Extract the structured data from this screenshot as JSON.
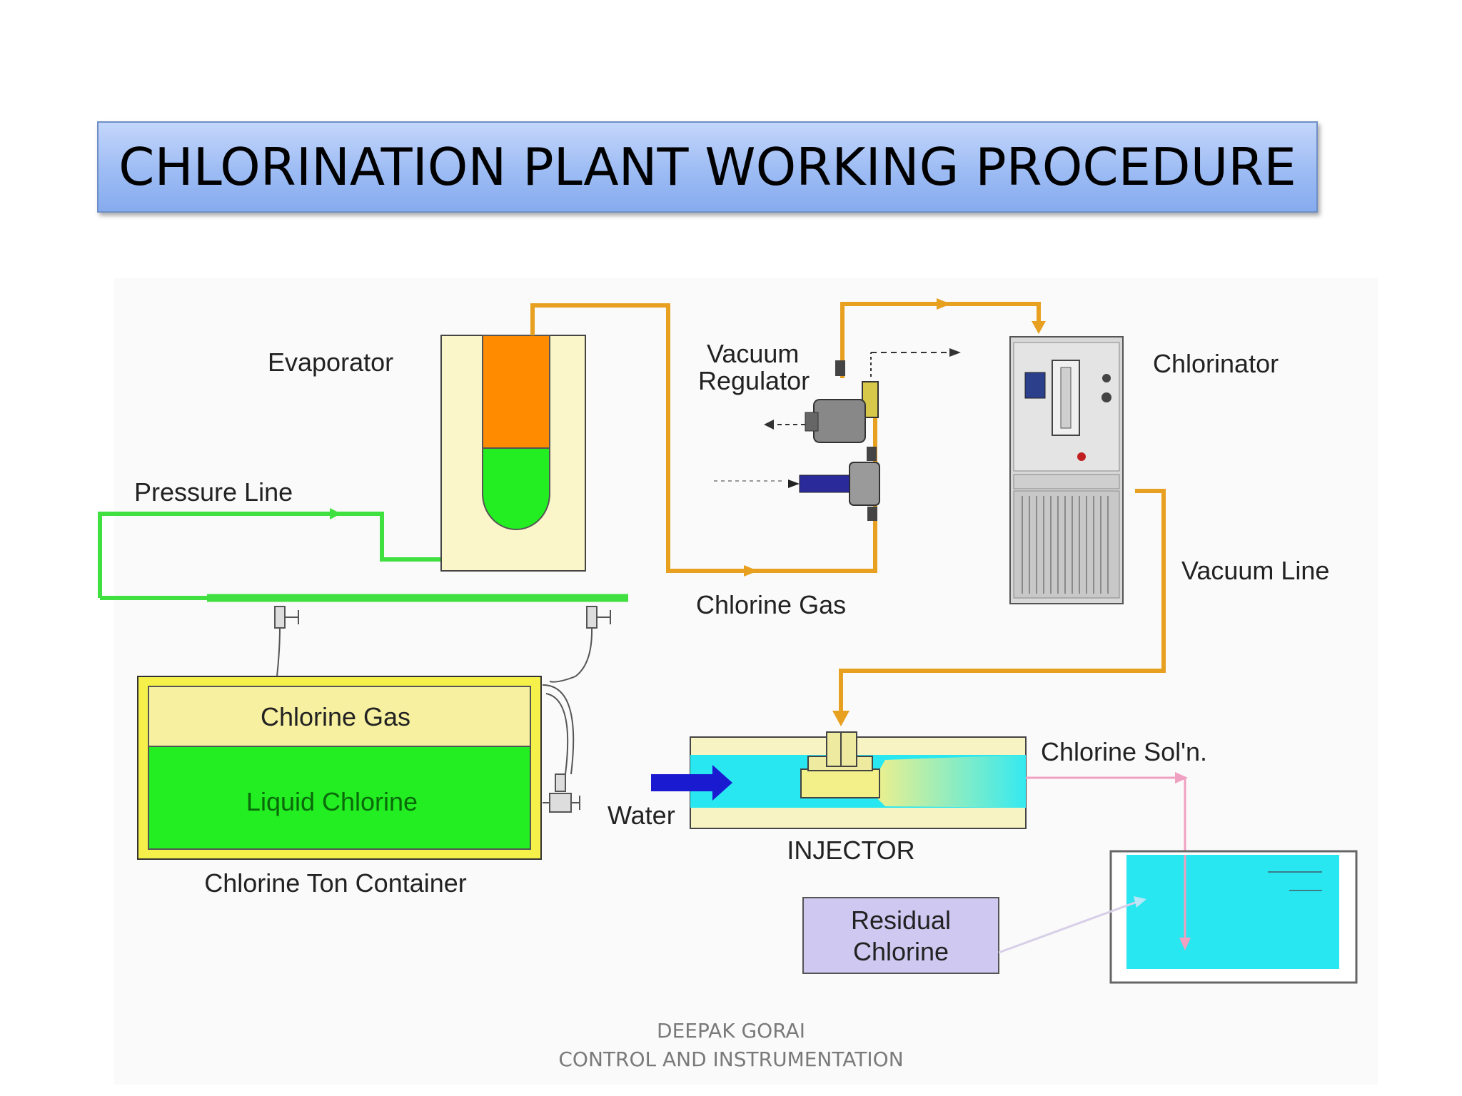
{
  "slide": {
    "title": "CHLORINATION PLANT WORKING PROCEDURE",
    "footer_line1": "DEEPAK GORAI",
    "footer_line2": "CONTROL AND INSTRUMENTATION"
  },
  "diagram": {
    "labels": {
      "evaporator": "Evaporator",
      "pressure_line": "Pressure Line",
      "vacuum_regulator_1": "Vacuum",
      "vacuum_regulator_2": "Regulator",
      "chlorinator": "Chlorinator",
      "vacuum_line": "Vacuum Line",
      "chlorine_gas_pipe": "Chlorine Gas",
      "tank_gas": "Chlorine Gas",
      "tank_liquid": "Liquid Chlorine",
      "tank_caption": "Chlorine Ton Container",
      "water": "Water",
      "injector": "INJECTOR",
      "chlorine_solution": "Chlorine Sol'n.",
      "residual_1": "Residual",
      "residual_2": "Chlorine"
    },
    "colors": {
      "chlorine_gas_line": "#e8a020",
      "pressure_line": "#3fe03f",
      "liquid": "#22ee22",
      "gas_fill": "#f7f0a0",
      "evaporator_gas": "#ff8c00",
      "water": "#28e7f0",
      "residual_box": "#cfc8f0",
      "arrow_water": "#1a1ad0",
      "solution_line": "#f0a0c0"
    }
  }
}
